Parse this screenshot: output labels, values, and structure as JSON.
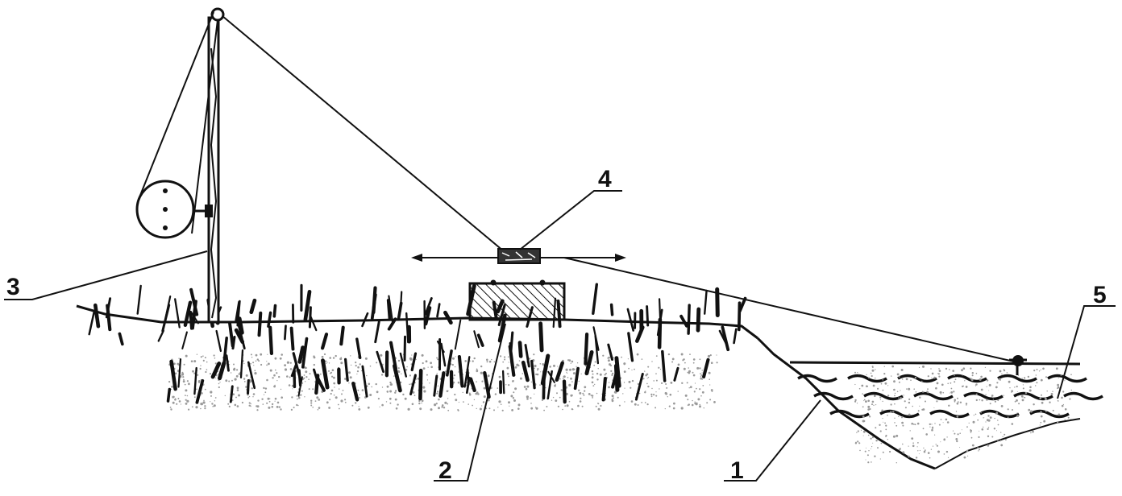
{
  "labels": {
    "bank": "1",
    "box": "2",
    "mast": "3",
    "device": "4",
    "water": "5"
  },
  "colors": {
    "ink": "#111111",
    "paper": "#ffffff",
    "speckle": "#9a9a9a"
  }
}
